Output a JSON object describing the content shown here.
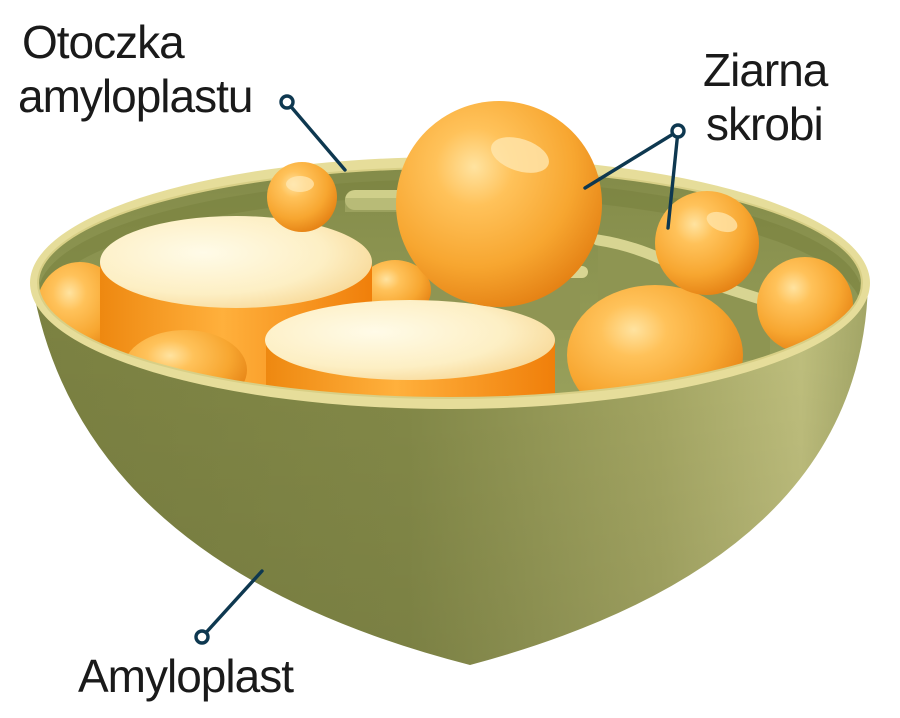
{
  "labels": {
    "envelope_line1": "Otoczka",
    "envelope_line2": "amyloplastu",
    "starch_line1": "Ziarna",
    "starch_line2": "skrobi",
    "amyloplast": "Amyloplast"
  },
  "colors": {
    "shell_dark": "#7e8444",
    "shell_light": "#b2b573",
    "interior": "#88904e",
    "rim": "#e6dd9a",
    "membrane": "#d4d28e",
    "granule_mid": "#f7a630",
    "granule_dark": "#e97f0c",
    "cut_face": "#fde7b4",
    "leader": "#0e3850"
  }
}
